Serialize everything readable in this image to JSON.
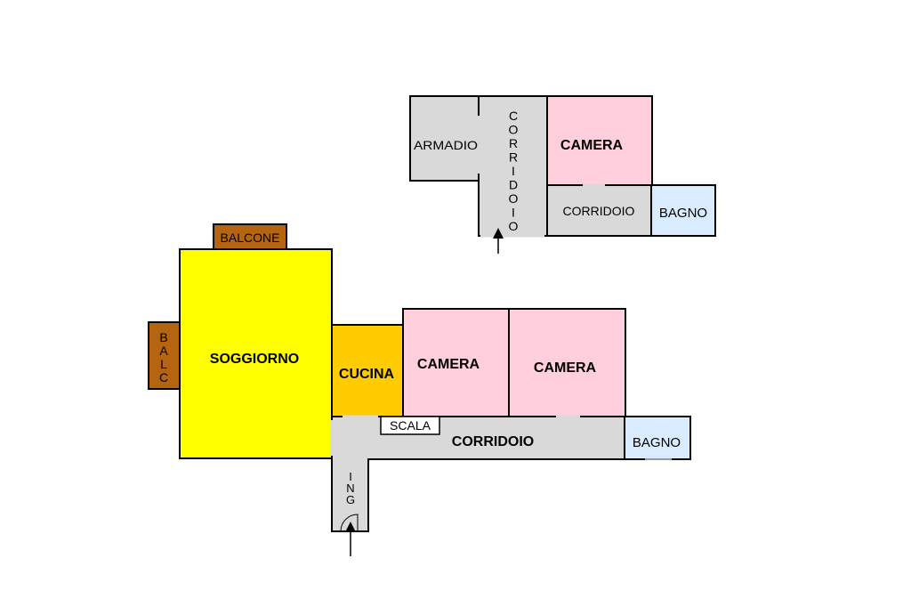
{
  "upper_floor": {
    "armadio": "ARMADIO",
    "corridoio_vertical": [
      "C",
      "O",
      "R",
      "R",
      "I",
      "D",
      "O",
      "I",
      "O"
    ],
    "camera": "CAMERA",
    "corridoio": "CORRIDOIO",
    "bagno": "BAGNO"
  },
  "lower_floor": {
    "balcone": "BALCONE",
    "balc_vertical": [
      "B",
      "A",
      "L",
      "C"
    ],
    "soggiorno": "SOGGIORNO",
    "cucina": "CUCINA",
    "camera_1": "CAMERA",
    "camera_2": "CAMERA",
    "scala": "SCALA",
    "corridoio": "CORRIDOIO",
    "bagno": "BAGNO",
    "ing_vertical": [
      "I",
      "N",
      "G"
    ]
  },
  "colors": {
    "wall": "#000000",
    "corridor": "#d9d9d9",
    "camera": "#ffcfdb",
    "bagno": "#d9ecff",
    "soggiorno": "#ffff00",
    "cucina": "#ffcc00",
    "balcony": "#b5650f"
  }
}
